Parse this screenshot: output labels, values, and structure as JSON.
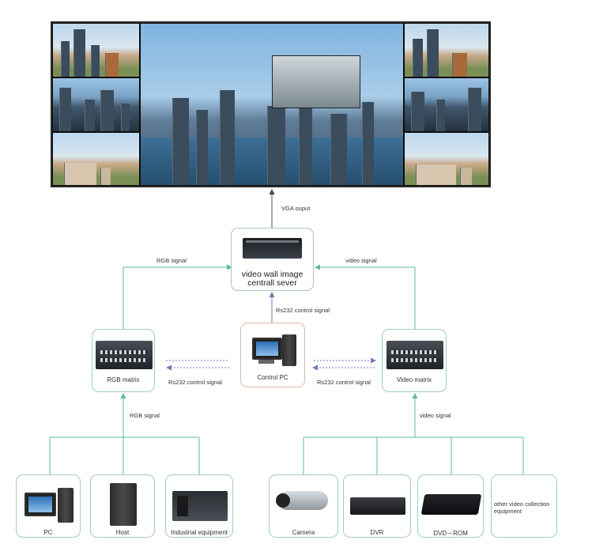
{
  "wall": {
    "label": ""
  },
  "arrows": {
    "vga_output": "VGA ouput",
    "rgb_signal_top": "RGB signal",
    "video_signal_top": "video signal",
    "rs232_server": "Rs232 control signal",
    "rs232_left": "Rs232 control signal",
    "rs232_right": "Rs232 control signal",
    "rgb_signal_bottom": "RGB signal",
    "video_signal_bottom": "video signal"
  },
  "server": {
    "line1": "video wall image",
    "line2": "centrall sever"
  },
  "control_pc": {
    "label": "Control PC"
  },
  "rgb_matrix": {
    "label": "RGB matrix"
  },
  "video_matrix": {
    "label": "Video matrix"
  },
  "sources_left": [
    {
      "label": "PC"
    },
    {
      "label": "Host"
    },
    {
      "label": "Industrial equipment"
    }
  ],
  "sources_right": [
    {
      "label": "Camera"
    },
    {
      "label": "DVR"
    },
    {
      "label": "DVD－ROM"
    },
    {
      "label": "other video collection\nequipment"
    }
  ],
  "colors": {
    "green_line": "#5fb8a8",
    "purple_line": "#7a74b8",
    "box_border": "#9ecfc1"
  },
  "icons": [
    "server-icon",
    "matrix-icon",
    "monitor-icon",
    "tower-icon",
    "camera-icon",
    "dvr-icon",
    "dvd-player-icon"
  ]
}
